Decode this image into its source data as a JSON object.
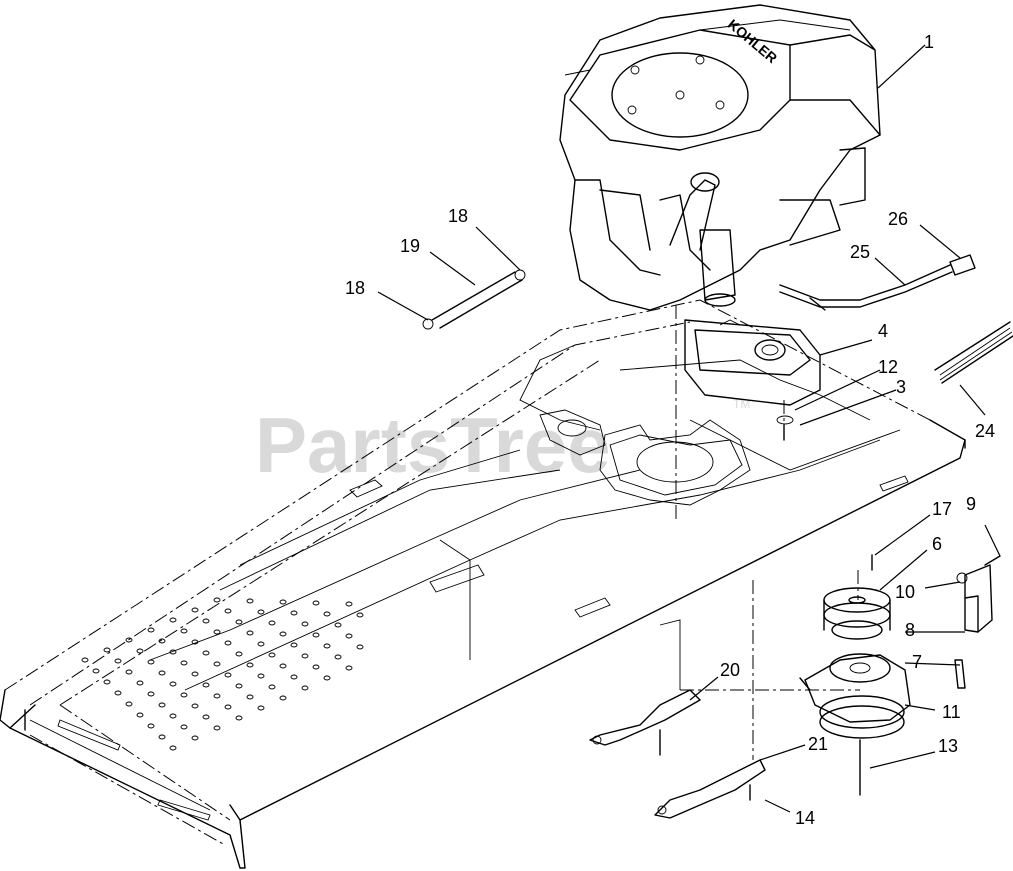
{
  "watermark": {
    "text": "PartsTree",
    "tm": "TM"
  },
  "engine_brand": "KOHLER",
  "callouts": [
    {
      "id": "1",
      "label": "1"
    },
    {
      "id": "3",
      "label": "3"
    },
    {
      "id": "4",
      "label": "4"
    },
    {
      "id": "6",
      "label": "6"
    },
    {
      "id": "7",
      "label": "7"
    },
    {
      "id": "8",
      "label": "8"
    },
    {
      "id": "9",
      "label": "9"
    },
    {
      "id": "10",
      "label": "10"
    },
    {
      "id": "11",
      "label": "11"
    },
    {
      "id": "12",
      "label": "12"
    },
    {
      "id": "13",
      "label": "13"
    },
    {
      "id": "14",
      "label": "14"
    },
    {
      "id": "17",
      "label": "17"
    },
    {
      "id": "18a",
      "label": "18"
    },
    {
      "id": "18b",
      "label": "18"
    },
    {
      "id": "19",
      "label": "19"
    },
    {
      "id": "20",
      "label": "20"
    },
    {
      "id": "21",
      "label": "21"
    },
    {
      "id": "24",
      "label": "24"
    },
    {
      "id": "25",
      "label": "25"
    },
    {
      "id": "26",
      "label": "26"
    }
  ]
}
